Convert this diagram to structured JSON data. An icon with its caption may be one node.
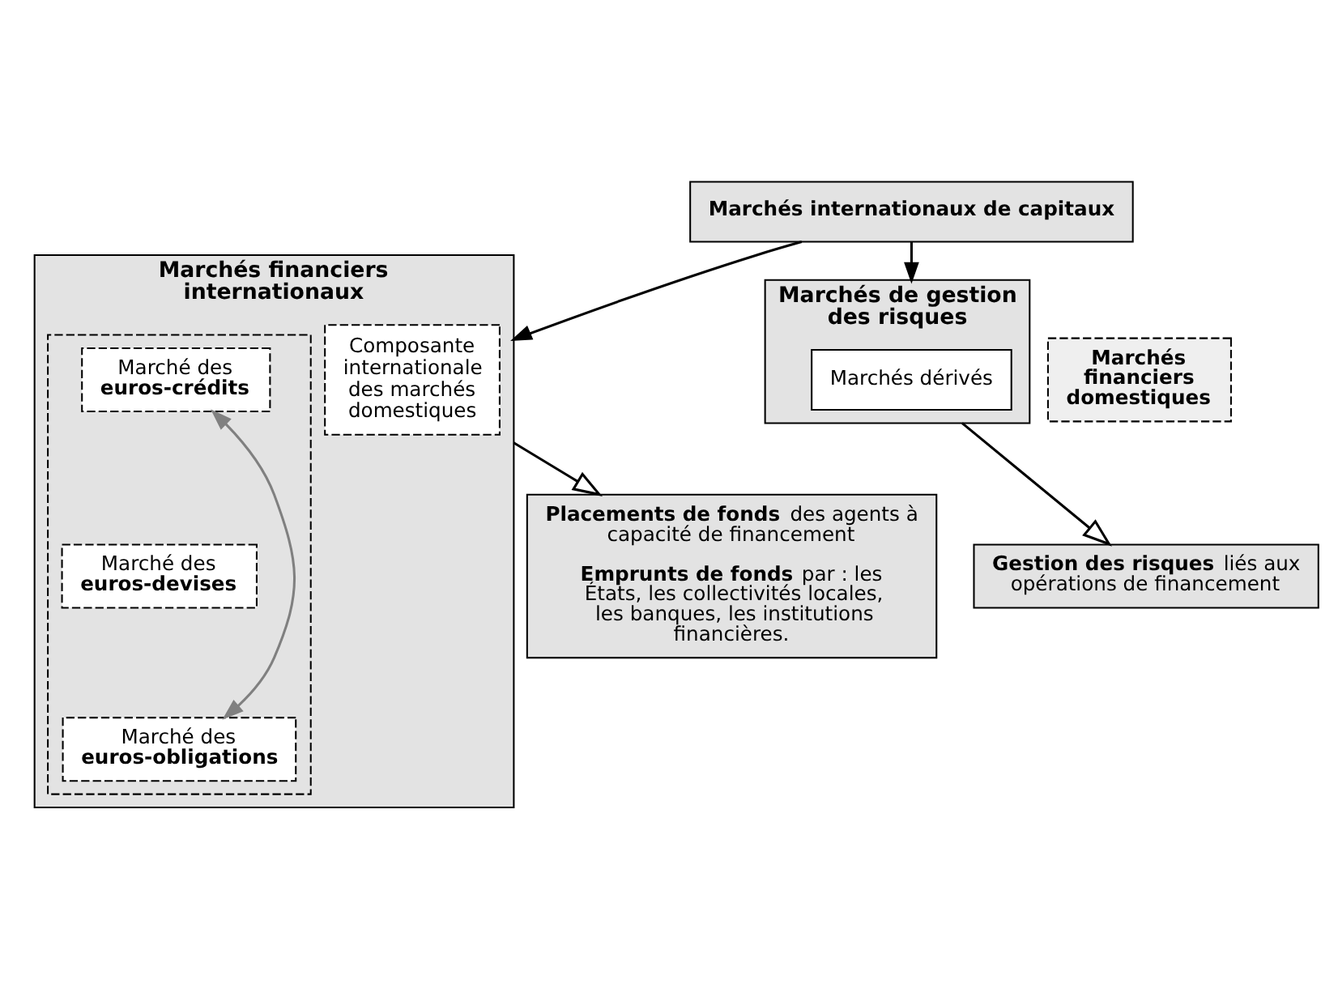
{
  "diagram": {
    "nodes": [
      {
        "text": [
          "Marchés internationaux de capitaux"
        ]
      },
      {
        "text": [
          "Marchés financiers internationaux"
        ]
      },
      {
        "text": [
          "Marchés de gestion des risques"
        ]
      },
      {
        "text": [
          "Marchés financiers domestiques"
        ]
      },
      {
        "text": [
          "Composante internationale des marchés domestiques"
        ],
        "in": 1
      },
      {
        "text": [],
        "shape": "box",
        "in": 1
      },
      {
        "text": [
          "Marché des **euros-crédits**"
        ],
        "in": 5
      },
      {
        "text": [
          "Marché des **euros-devises**"
        ],
        "in": 5
      },
      {
        "text": [
          "Marché des **euros-obligations**"
        ],
        "in": 5
      },
      {
        "text": [
          "Marchés dérivés"
        ],
        "in": 2
      },
      {
        "text": [
          "**Placements de fonds** des agents à capacité de financement",
          "**Emprunts de fonds** par : les États, les collectivités locales, les banques, les institutions financières."
        ]
      },
      {
        "text": [
          "**Gestion des risques** liés aux opérations de financement"
        ]
      }
    ],
    "edges": [
      {
        "from": 0,
        "to": 1,
        "arrow": "to"
      },
      {
        "from": 0,
        "to": 2,
        "arrow": "to"
      },
      {
        "from": 6,
        "to": 8,
        "arrow": "both",
        "color": "#808080"
      },
      {
        "from": 1,
        "to": 10,
        "arrow": "to"
      },
      {
        "from": 2,
        "to": 11,
        "arrow": "to"
      }
    ]
  }
}
